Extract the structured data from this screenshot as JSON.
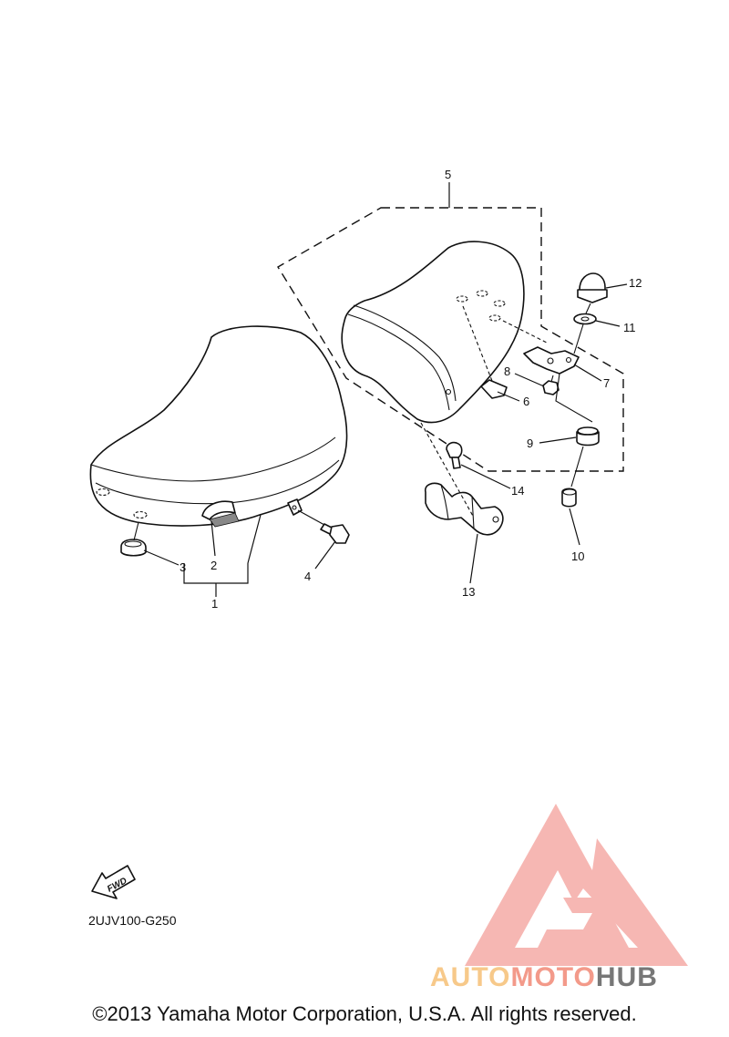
{
  "diagram": {
    "callouts": [
      "1",
      "2",
      "3",
      "4",
      "5",
      "6",
      "7",
      "8",
      "9",
      "10",
      "11",
      "12",
      "13",
      "14"
    ],
    "fwd_label": "FWD",
    "part_code": "2UJV100-G250"
  },
  "footer": {
    "copyright": "©2013 Yamaha Motor Corporation, U.S.A. All rights reserved."
  },
  "watermark": {
    "brand_part1": "AUTO",
    "brand_part2": "MOTO",
    "brand_part3": "HUB",
    "colors": {
      "triangle": "#f28b82",
      "auto": "#f7c98a",
      "moto": "#f39a8a",
      "hub": "#777777"
    }
  }
}
